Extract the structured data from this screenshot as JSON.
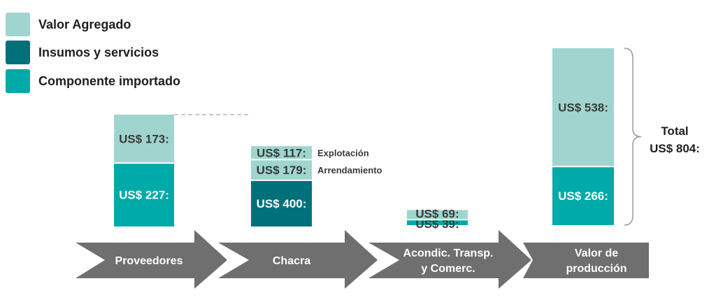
{
  "colors": {
    "valor_agregado": "#9fd5ce",
    "insumos_servicios": "#00707a",
    "componente_importado": "#00aaa8",
    "arrow": "#6f6f6f",
    "label_dark": "#3a3a3a",
    "label_light": "#ffffff"
  },
  "legend": [
    {
      "label": "Valor Agregado",
      "color": "#9fd5ce"
    },
    {
      "label": "Insumos y servicios",
      "color": "#00707a"
    },
    {
      "label": "Componente importado",
      "color": "#00aaa8"
    }
  ],
  "stages": [
    {
      "name": "Proveedores",
      "lines": [
        "Proveedores"
      ]
    },
    {
      "name": "Chacra",
      "lines": [
        "Chacra"
      ]
    },
    {
      "name": "Acondic. Transp. y Comerc.",
      "lines": [
        "Acondic. Transp.",
        "y Comerc."
      ]
    },
    {
      "name": "Valor de producción",
      "lines": [
        "Valor de",
        "producción"
      ]
    }
  ],
  "bars": [
    {
      "stage": "Proveedores",
      "segments": [
        {
          "label": "US$ 227:",
          "value": 227,
          "type": "componente_importado"
        },
        {
          "label": "US$ 173:",
          "value": 173,
          "type": "valor_agregado"
        }
      ]
    },
    {
      "stage": "Chacra",
      "segments": [
        {
          "label": "US$ 400:",
          "value": 400,
          "type": "insumos_servicios"
        },
        {
          "label": "US$ 179:",
          "value": 179,
          "type": "valor_agregado",
          "side_label": "Arrendamiento"
        },
        {
          "label": "US$ 117:",
          "value": 117,
          "type": "valor_agregado",
          "side_label": "Explotación"
        }
      ]
    },
    {
      "stage": "Acondic. Transp. y Comerc.",
      "segments": [
        {
          "label": "US$ 39:",
          "value": 39,
          "type": "componente_importado"
        },
        {
          "label": "US$ 69:",
          "value": 69,
          "type": "valor_agregado"
        }
      ]
    },
    {
      "stage": "Valor de producción",
      "segments": [
        {
          "label": "US$ 266:",
          "value": 266,
          "type": "componente_importado"
        },
        {
          "label": "US$ 538:",
          "value": 538,
          "type": "valor_agregado"
        }
      ]
    }
  ],
  "total": {
    "lines": [
      "Total",
      "US$ 804:"
    ],
    "value": 804
  }
}
